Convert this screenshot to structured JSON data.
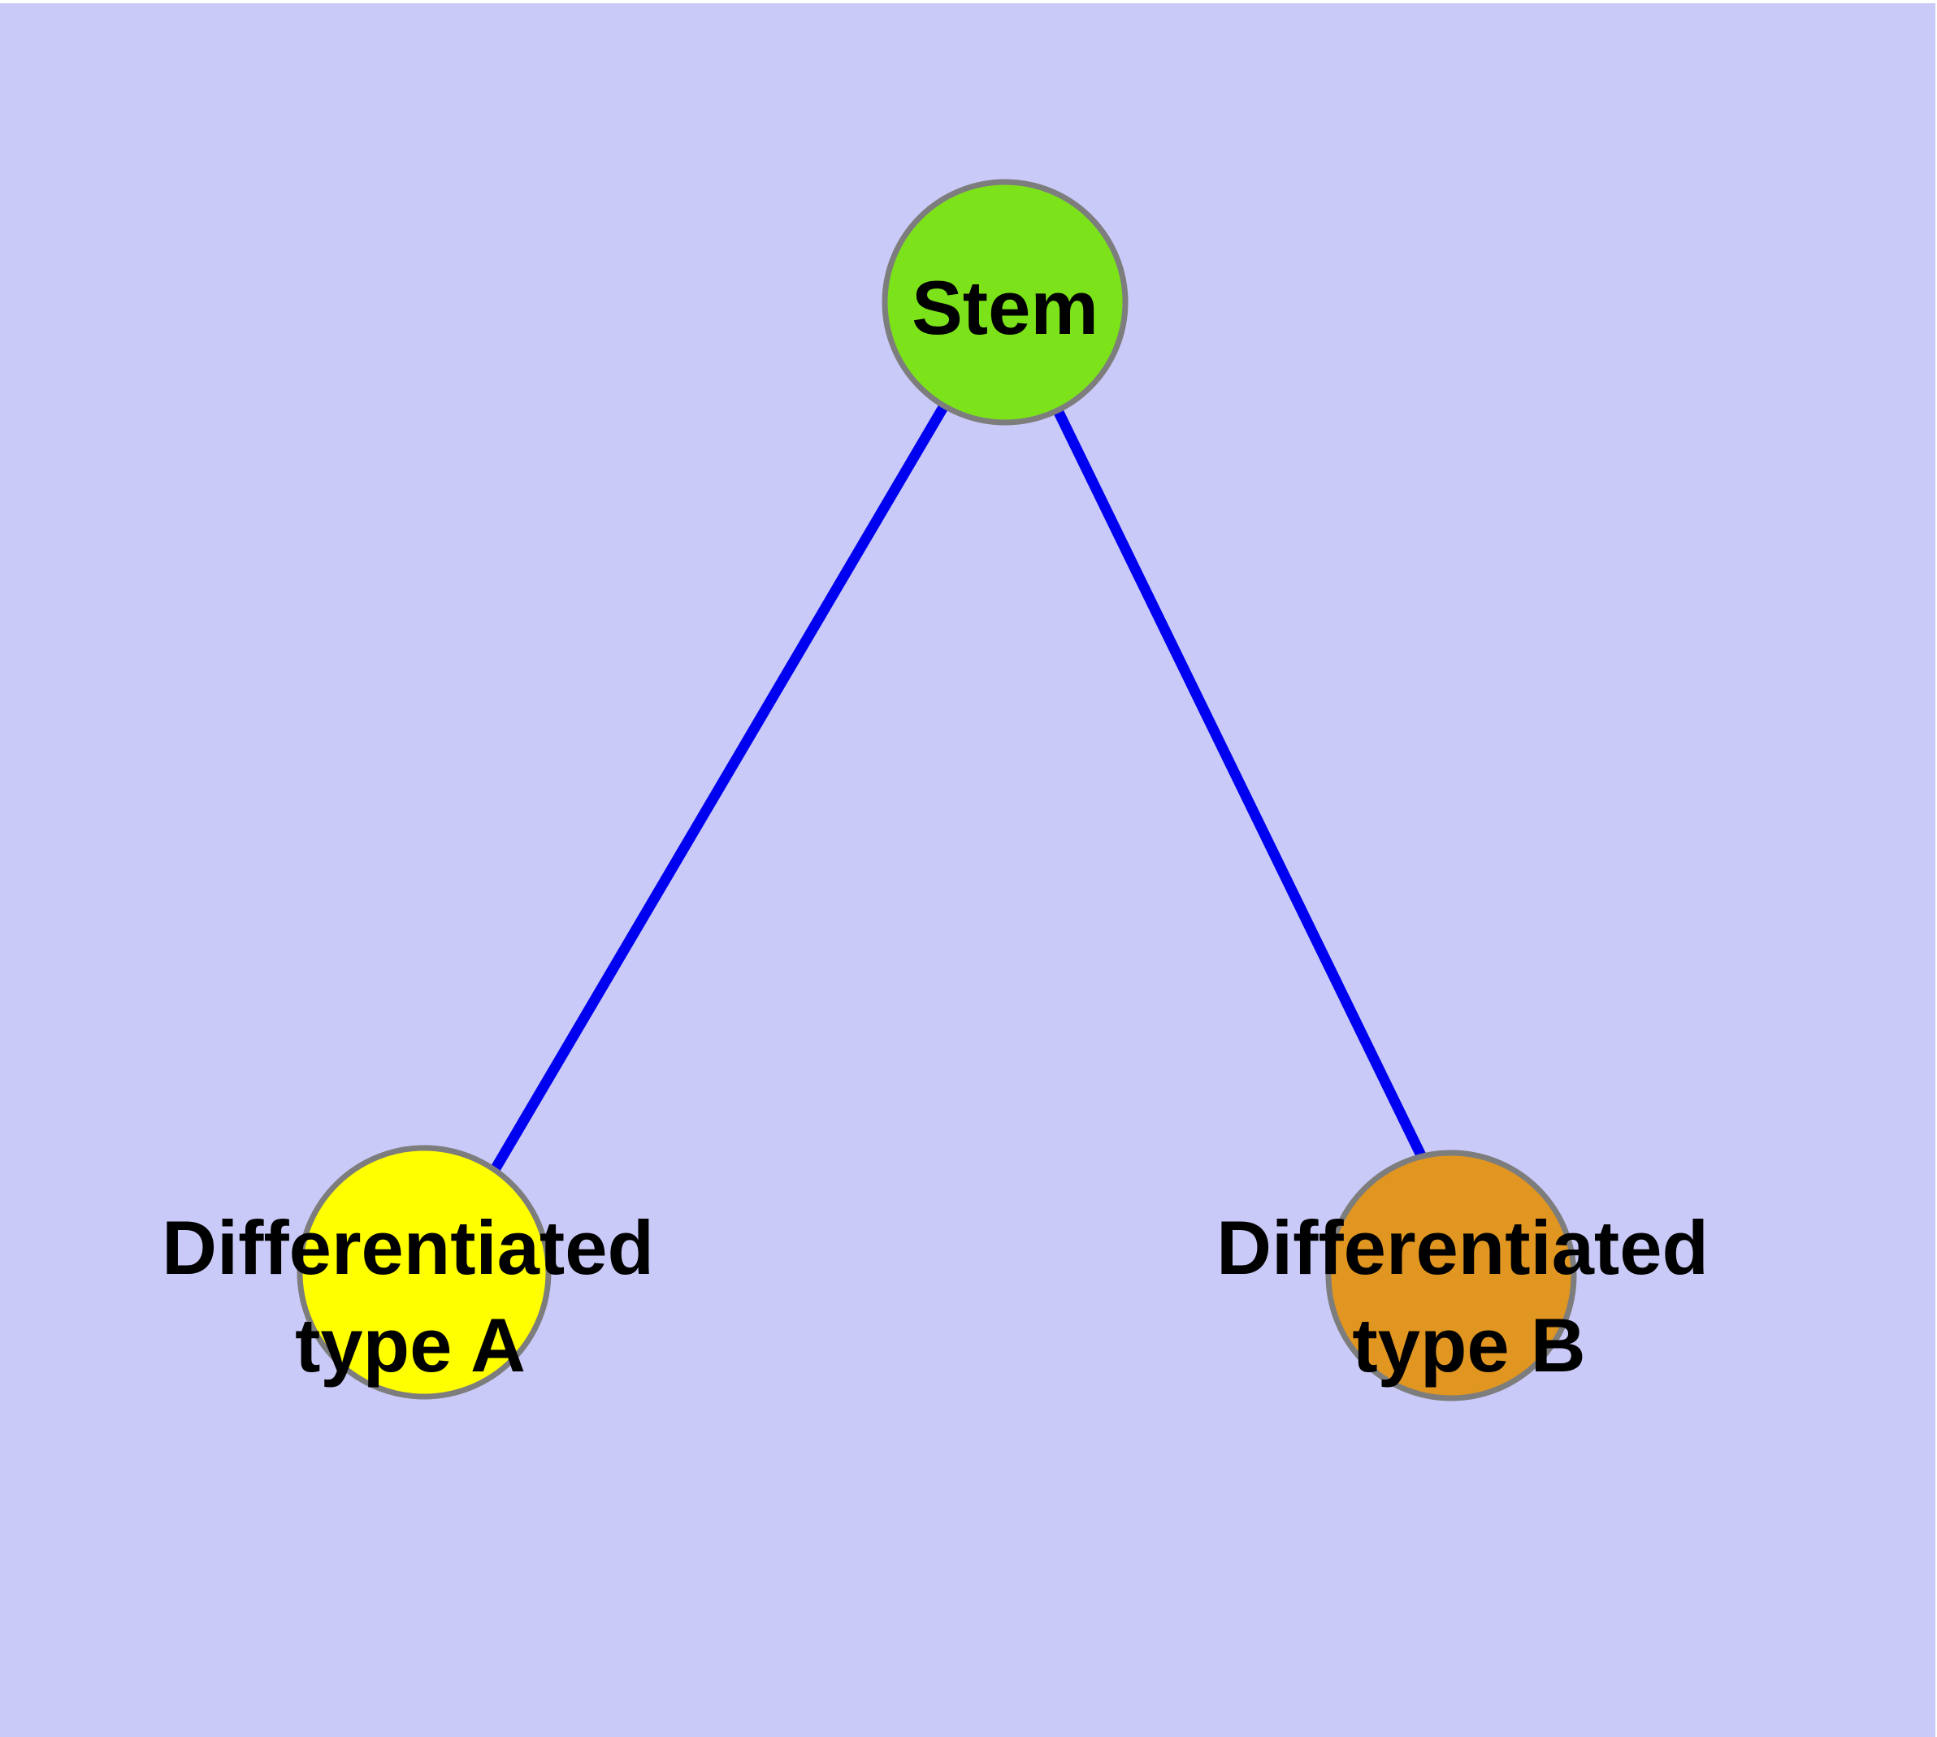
{
  "diagram": {
    "background_color": "#cacaf8",
    "page_margin_color": "#ffffff",
    "edge_color": "#0000f0",
    "node_border_color": "#7d7d7d",
    "label_color": "#000000",
    "nodes": {
      "stem": {
        "label": "Stem",
        "fill": "#7ce31b"
      },
      "type_a": {
        "label_lines": [
          "Differentiated",
          "type A"
        ],
        "fill": "#ffff00"
      },
      "type_b": {
        "label_lines": [
          "Differentiated",
          "type B"
        ],
        "fill": "#e09620"
      }
    },
    "edges": [
      {
        "from": "Stem",
        "to": "Differentiated type A"
      },
      {
        "from": "Stem",
        "to": "Differentiated type B"
      }
    ]
  }
}
